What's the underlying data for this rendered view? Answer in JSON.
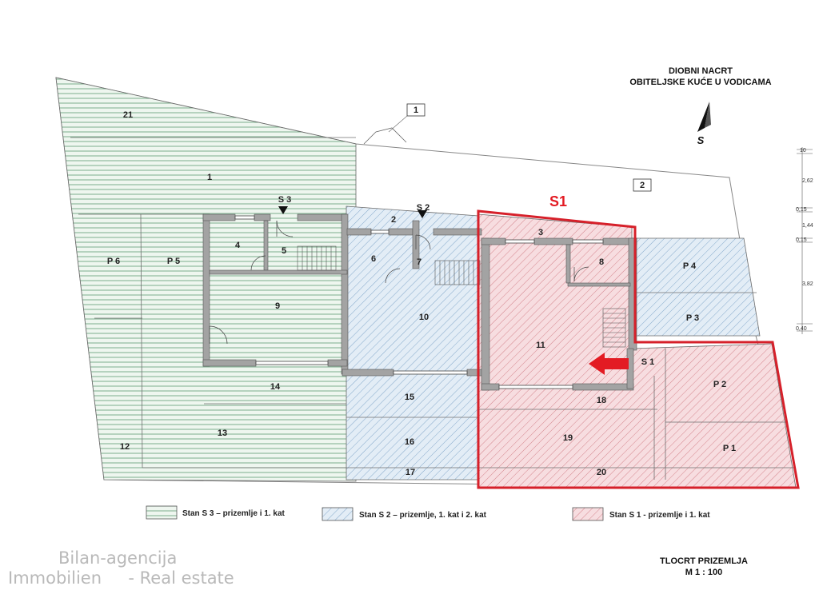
{
  "title": {
    "line1": "DIOBNI NACRT",
    "line2": "OBITELJSKE KUĆE U VODICAMA"
  },
  "north_label": "S",
  "plan_title": {
    "line1": "TLOCRT PRIZEMLJA",
    "line2": "M 1 : 100"
  },
  "watermark": {
    "line1": "Bilan-agencija",
    "line2": "Immobilien     - Real estate"
  },
  "parcel_tags": {
    "tag1": "1",
    "tag2": "2"
  },
  "unit_s1_big": "S1",
  "entrances": {
    "s1": "S 1",
    "s2": "S 2",
    "s3": "S 3"
  },
  "rooms": {
    "r1": "1",
    "r2": "2",
    "r3": "3",
    "r4": "4",
    "r5": "5",
    "r6": "6",
    "r7": "7",
    "r8": "8",
    "r9": "9",
    "r10": "10",
    "r11": "11",
    "r12": "12",
    "r13": "13",
    "r14": "14",
    "r15": "15",
    "r16": "16",
    "r17": "17",
    "r18": "18",
    "r19": "19",
    "r20": "20",
    "r21": "21",
    "p1": "P 1",
    "p2": "P 2",
    "p3": "P 3",
    "p4": "P 4",
    "p5": "P 5",
    "p6": "P 6"
  },
  "dimensions": [
    "10",
    "2,62",
    "0,15",
    "1,44",
    "0,15",
    "3,82",
    "0,40"
  ],
  "legend": [
    {
      "label": "Stan S 3 – prizemlje i 1. kat",
      "color": "#2e8b57"
    },
    {
      "label": "Stan S 2 – prizemlje, 1. kat i 2. kat",
      "color": "#4a7fb0"
    },
    {
      "label": "Stan S 1 - prizemlje i 1. kat",
      "color": "#c0404a"
    }
  ],
  "colors": {
    "s3": "#2e8b57",
    "s2": "#4a7fb0",
    "s1": "#c0404a",
    "highlight": "#d6202a",
    "wall": "#9a9a9a"
  }
}
